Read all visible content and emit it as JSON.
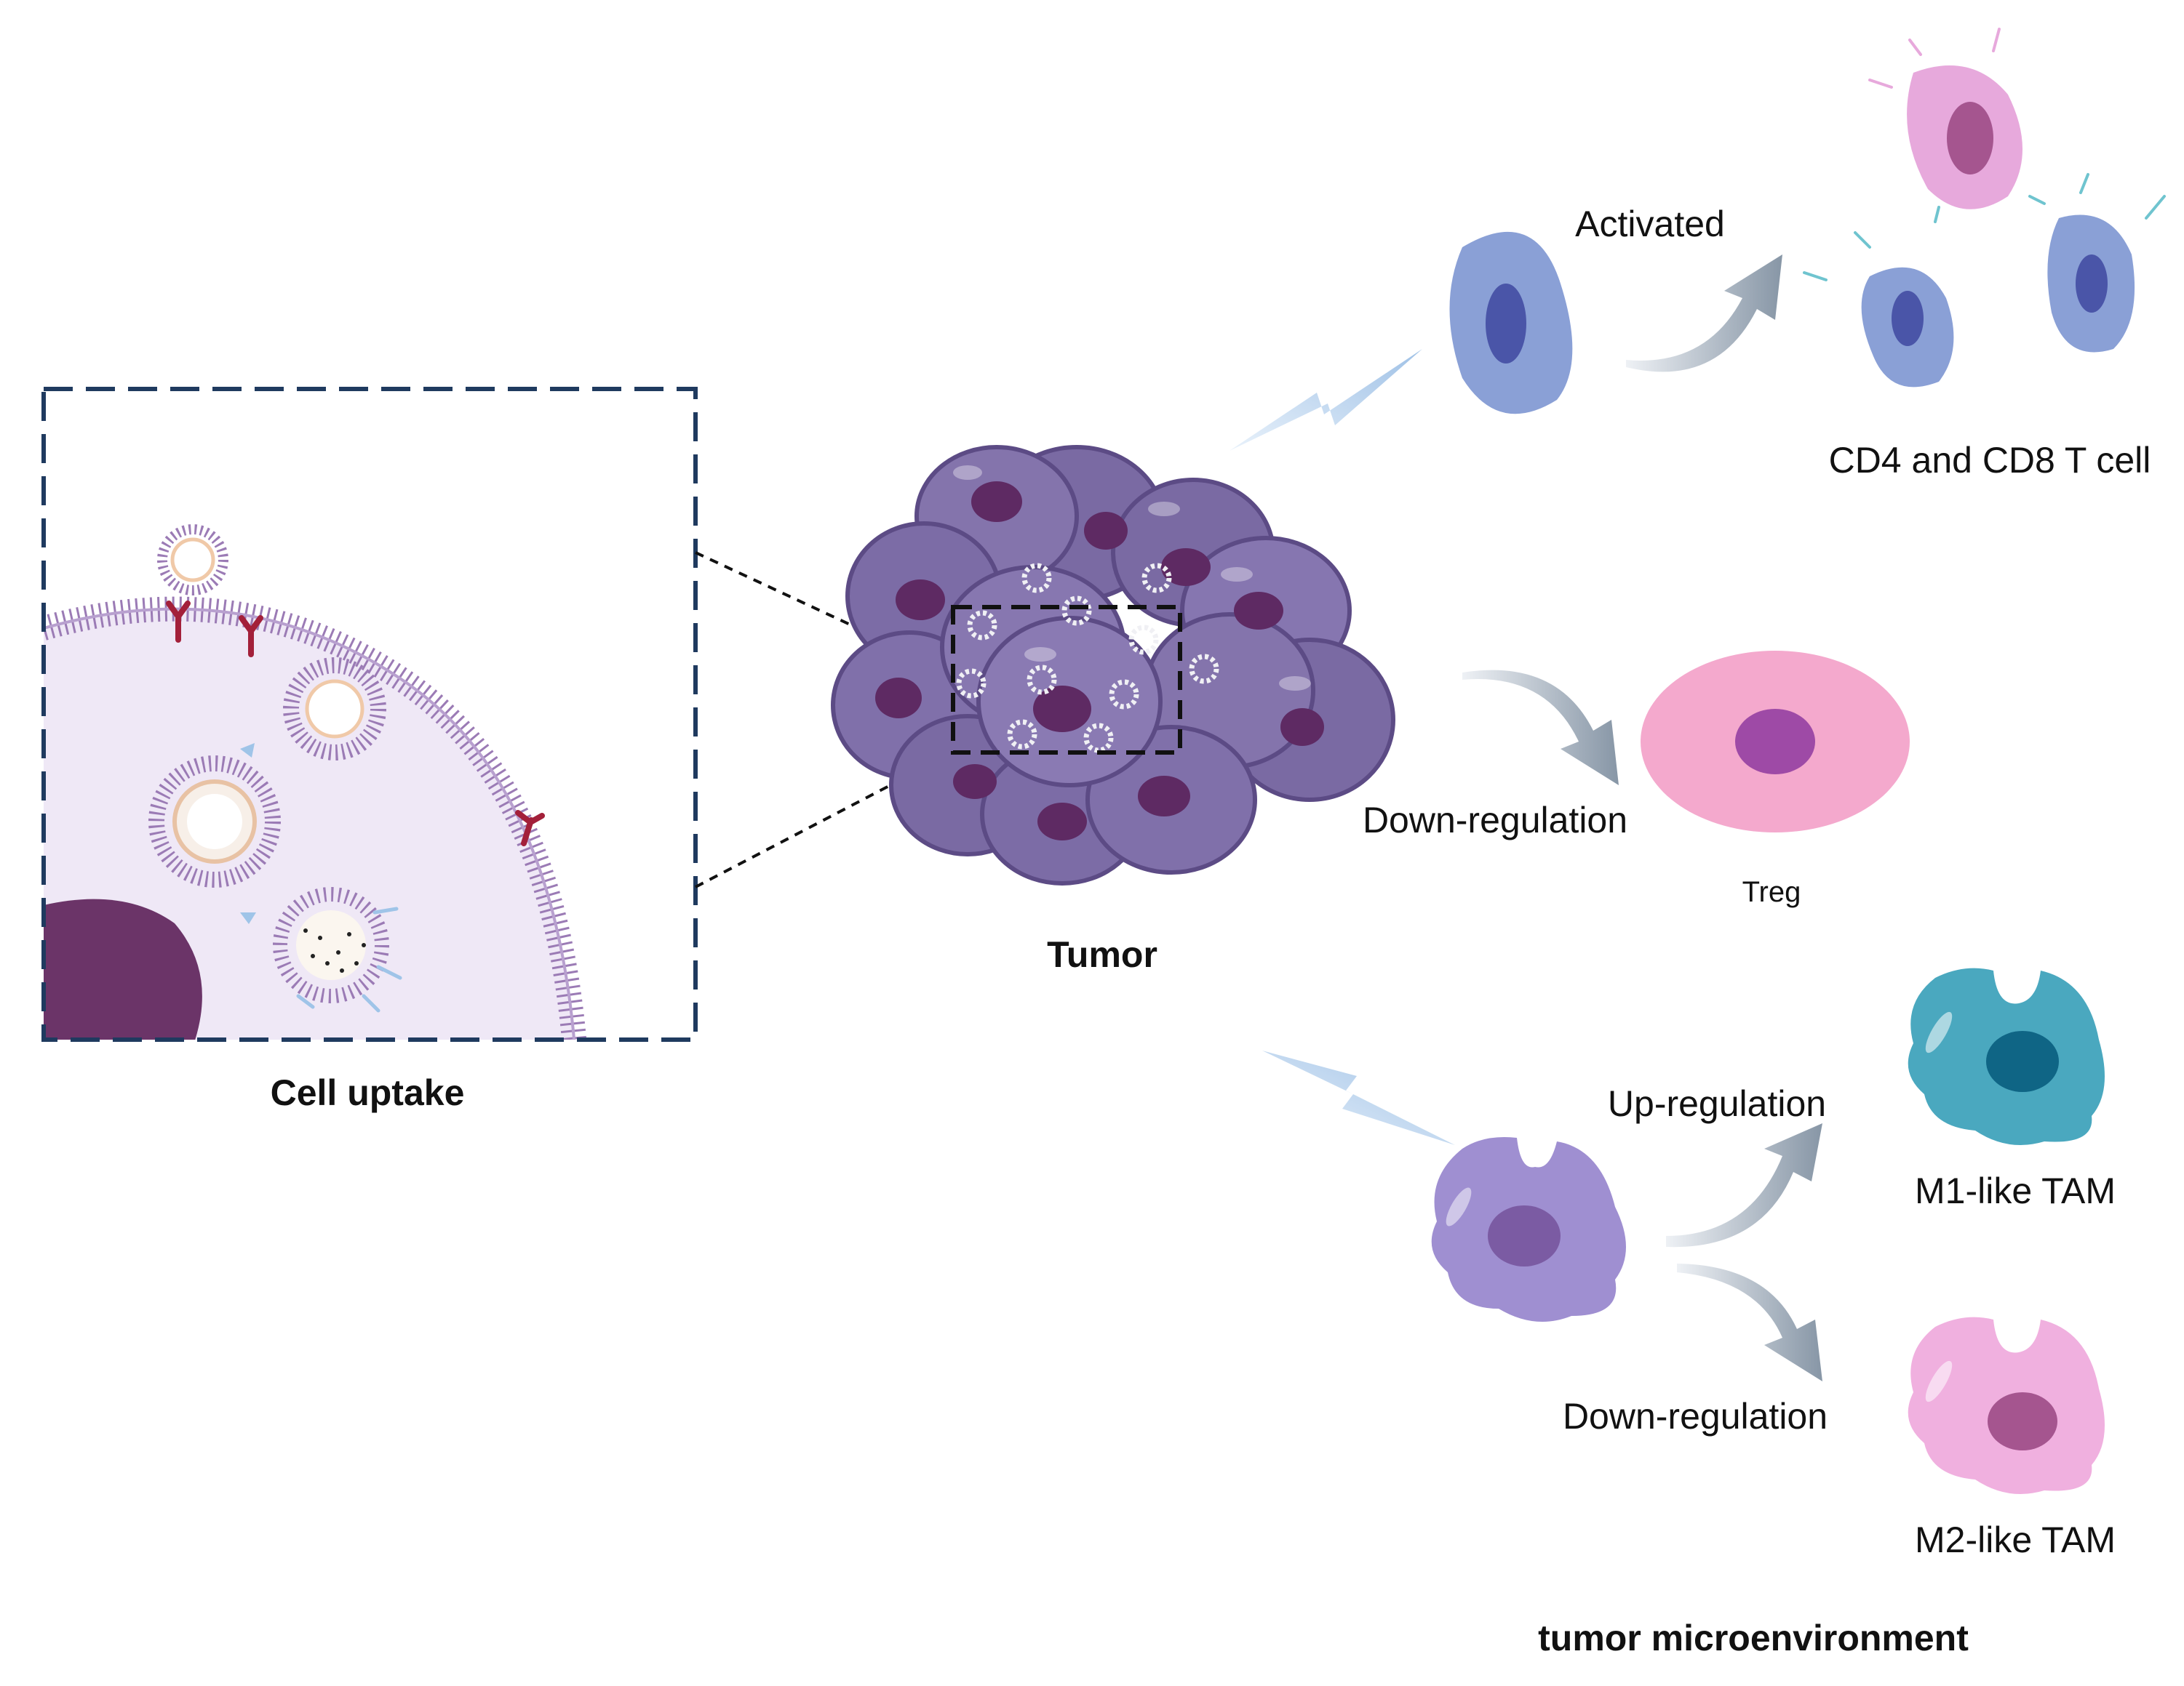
{
  "labels": {
    "activated": "Activated",
    "t_cells": "CD4 and CD8 T cell",
    "down_regulation_treg": "Down-regulation",
    "treg": "Treg",
    "tumor": "Tumor",
    "cell_uptake": "Cell uptake",
    "up_regulation": "Up-regulation",
    "m1_tam": "M1-like TAM",
    "down_regulation_tam": "Down-regulation",
    "m2_tam": "M2-like TAM",
    "microenvironment": "tumor microenvironment"
  },
  "colors": {
    "tumor_cell": "#7a6aa3",
    "tumor_nucleus": "#5e2a63",
    "t_cell": "#8aa0d6",
    "t_cell_nucleus": "#4a55a8",
    "activated_t_cell_pink": "#e7a9dc",
    "treg": "#f4a9cd",
    "treg_nucleus": "#9e4aa6",
    "macrophage": "#9f8fd1",
    "m1_tam": "#4aa8bf",
    "m1_nucleus": "#0f6585",
    "m2_tam": "#f0b0df",
    "dashed_box": "#1f3a5f",
    "antibody": "#a3203a",
    "arrow": "#9aa6b3",
    "lightning": "#a9c8ea"
  },
  "icons": [
    "lightning-icon",
    "curved-arrow-icon",
    "antibody-icon",
    "vesicle-icon"
  ]
}
